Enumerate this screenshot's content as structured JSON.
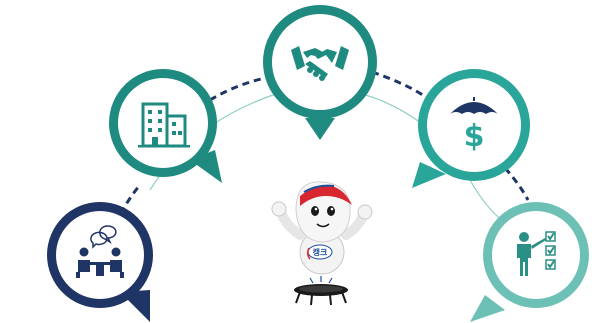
{
  "colors": {
    "navy": "#1f3566",
    "teal_dark": "#1e8a80",
    "teal_mid": "#2aa59a",
    "teal_light": "#6cc0b5",
    "arc_dash": "#1f3566",
    "arc_line": "#8fcfc7",
    "mascot_red": "#d7262f",
    "mascot_blue": "#1d4f9a"
  },
  "nodes": [
    {
      "id": "consulting",
      "icon": "meeting-icon",
      "color": "navy"
    },
    {
      "id": "corporate",
      "icon": "building-icon",
      "color": "teal_dark"
    },
    {
      "id": "partnership",
      "icon": "handshake-icon",
      "color": "teal_dark"
    },
    {
      "id": "finance",
      "icon": "dollar-umbrella-icon",
      "color": "teal_mid"
    },
    {
      "id": "planning",
      "icon": "presenter-checklist-icon",
      "color": "teal_light"
    }
  ],
  "mascot": {
    "badge_text": "캥크",
    "icon": "mascot-on-trampoline-icon"
  }
}
